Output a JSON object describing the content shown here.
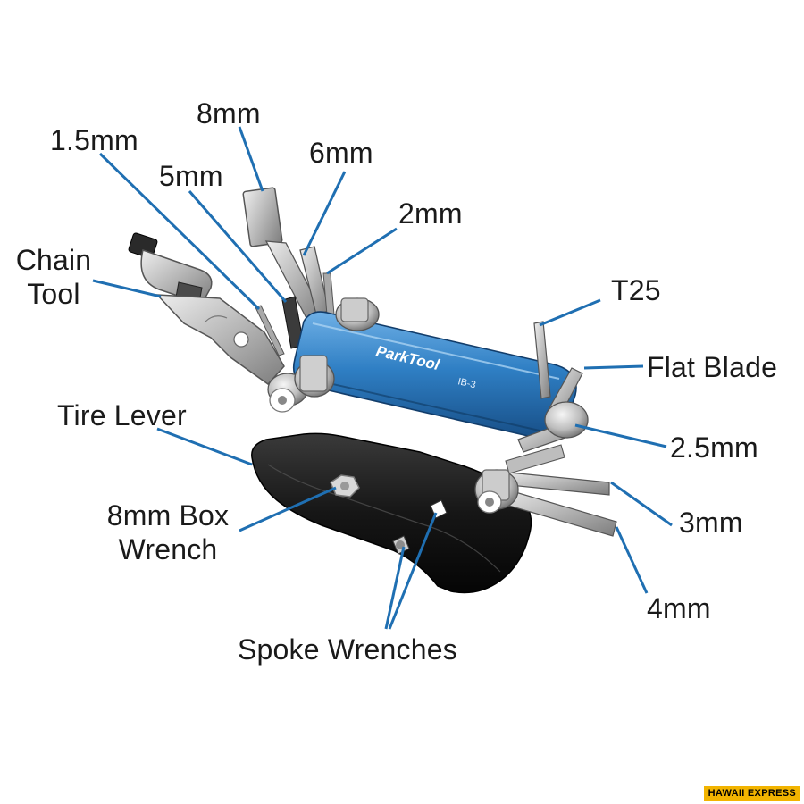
{
  "labels": {
    "mm8": "8mm",
    "mm1_5": "1.5mm",
    "mm6": "6mm",
    "mm5": "5mm",
    "mm2": "2mm",
    "chain_tool_line1": "Chain",
    "chain_tool_line2": "Tool",
    "t25": "T25",
    "flat_blade": "Flat Blade",
    "tire_lever": "Tire Lever",
    "mm2_5": "2.5mm",
    "box_wrench_line1": "8mm Box",
    "box_wrench_line2": "Wrench",
    "mm3": "3mm",
    "mm4": "4mm",
    "spoke_wrenches": "Spoke Wrenches"
  },
  "tool_text": {
    "brand": "ParkTool",
    "model": "IB-3"
  },
  "watermark": "HAWAII EXPRESS",
  "colors": {
    "leader_line": "#1f6fb2",
    "body_blue": "#2f7fc4",
    "steel": "#b9b9b9",
    "lever_black": "#151515",
    "watermark_bg": "#f2b400"
  }
}
